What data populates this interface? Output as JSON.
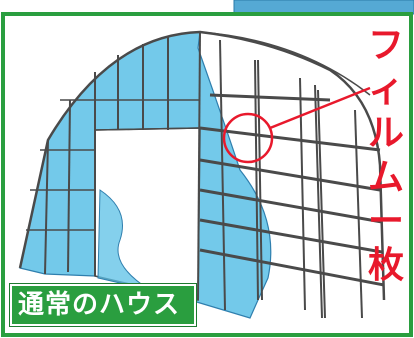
{
  "callout": {
    "text_chars": [
      "フ",
      "ィ",
      "ル",
      "ム",
      "ー",
      "枚"
    ],
    "color": "#e8192c"
  },
  "caption": {
    "text": "通常のハウス",
    "background": "#2a9e3f",
    "color": "#ffffff"
  },
  "colors": {
    "film": "#5bc0e6",
    "frame": "#4a4a4a",
    "border": "#2a9e3f",
    "highlight": "#e8192c"
  }
}
